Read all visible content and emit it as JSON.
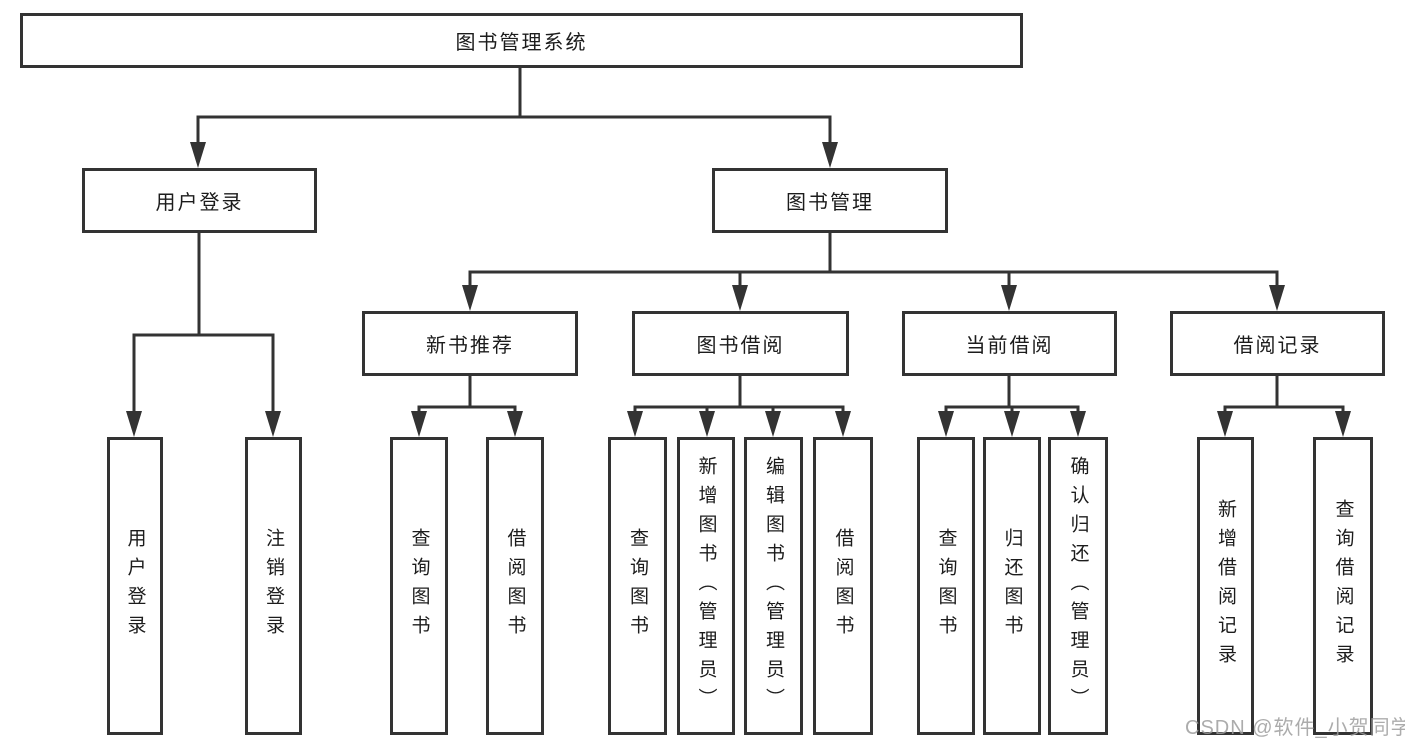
{
  "tree": {
    "label": "图书管理系统",
    "children": [
      {
        "label": "用户登录",
        "children": [
          {
            "label": "用户登录"
          },
          {
            "label": "注销登录"
          }
        ]
      },
      {
        "label": "图书管理",
        "children": [
          {
            "label": "新书推荐",
            "children": [
              {
                "label": "查询图书"
              },
              {
                "label": "借阅图书"
              }
            ]
          },
          {
            "label": "图书借阅",
            "children": [
              {
                "label": "查询图书"
              },
              {
                "label": "新增图书（管理员）"
              },
              {
                "label": "编辑图书（管理员）"
              },
              {
                "label": "借阅图书"
              }
            ]
          },
          {
            "label": "当前借阅",
            "children": [
              {
                "label": "查询图书"
              },
              {
                "label": "归还图书"
              },
              {
                "label": "确认归还（管理员）"
              }
            ]
          },
          {
            "label": "借阅记录",
            "children": [
              {
                "label": "新增借阅记录"
              },
              {
                "label": "查询借阅记录"
              }
            ]
          }
        ]
      }
    ]
  },
  "watermark": {
    "text": "CSDN @软件_小贺同学"
  },
  "colors": {
    "line": "#333333",
    "box_border": "#333333",
    "text": "#1c1c1c",
    "watermark": "#9e9e9e",
    "background": "#ffffff"
  }
}
